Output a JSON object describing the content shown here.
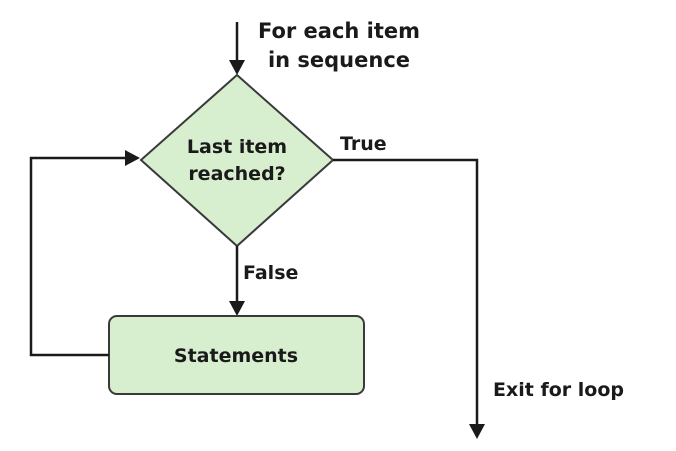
{
  "diagram": {
    "entry_label_line1": "For each item",
    "entry_label_line2": "in sequence",
    "decision_line1": "Last item",
    "decision_line2": "reached?",
    "true_label": "True",
    "false_label": "False",
    "process_label": "Statements",
    "exit_label": "Exit for loop"
  },
  "colors": {
    "shape_fill": "#d7eecf",
    "shape_stroke": "#3a3a3a",
    "line": "#1a1a1a"
  }
}
